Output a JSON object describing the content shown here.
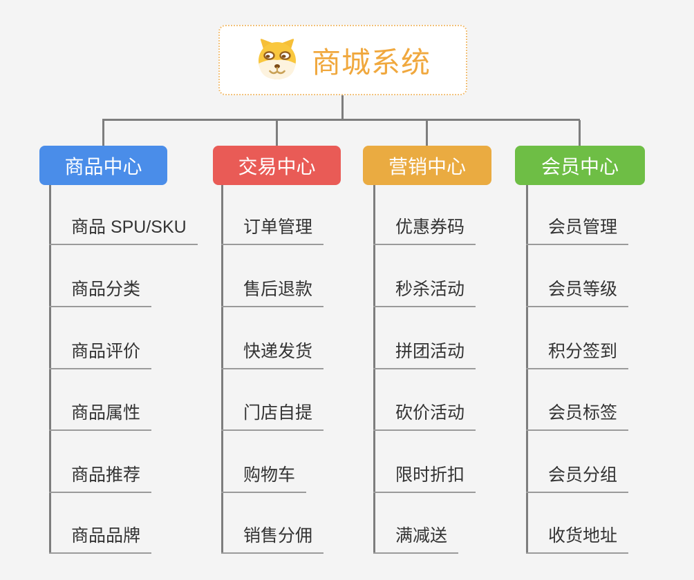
{
  "page": {
    "background_color": "#f4f4f4",
    "connector_color": "#7d7d7d",
    "underline_color": "#9a9a9a"
  },
  "root": {
    "title": "商城系统",
    "icon": "dog-face-icon",
    "text_color": "#f0a83e",
    "border_color": "#f2c077",
    "background_color": "#ffffff"
  },
  "branches": [
    {
      "label": "商品中心",
      "color": "#4a8de9",
      "items": [
        "商品 SPU/SKU",
        "商品分类",
        "商品评价",
        "商品属性",
        "商品推荐",
        "商品品牌"
      ]
    },
    {
      "label": "交易中心",
      "color": "#e95b56",
      "items": [
        "订单管理",
        "售后退款",
        "快递发货",
        "门店自提",
        "购物车",
        "销售分佣"
      ]
    },
    {
      "label": "营销中心",
      "color": "#eaab41",
      "items": [
        "优惠券码",
        "秒杀活动",
        "拼团活动",
        "砍价活动",
        "限时折扣",
        "满减送"
      ]
    },
    {
      "label": "会员中心",
      "color": "#6ebe45",
      "items": [
        "会员管理",
        "会员等级",
        "积分签到",
        "会员标签",
        "会员分组",
        "收货地址"
      ]
    }
  ]
}
